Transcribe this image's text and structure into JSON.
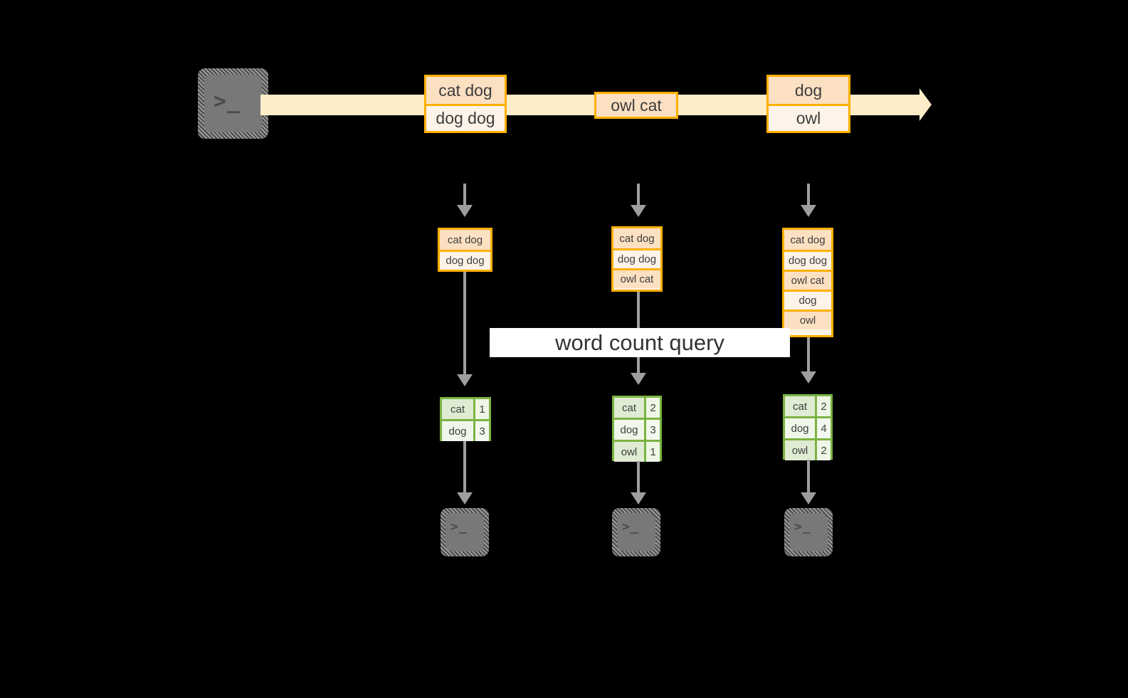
{
  "diagram": {
    "title": "word count query streaming diagram",
    "colors": {
      "background": "#000000",
      "stream_arrow": "#fdecc8",
      "message_border": "#ffb000",
      "message_fill_dark": "#fce0c2",
      "message_fill_light": "#fdf3e8",
      "table_border": "#7cb342",
      "table_fill_dark": "#dfecd3",
      "table_fill_light": "#f1f8ee",
      "connector": "#9e9e9e",
      "terminal_body": "#787878",
      "banner_fill": "#ffffff",
      "text": "#3d3d3d"
    },
    "banner": {
      "label": "word count query"
    },
    "source_terminal": {
      "icon": "terminal-prompt-icon",
      "glyph": ">_"
    },
    "stream": {
      "messages": [
        {
          "lines": [
            "cat dog",
            "dog dog"
          ]
        },
        {
          "lines": [
            "owl cat"
          ]
        },
        {
          "lines": [
            "dog",
            "owl"
          ]
        }
      ]
    },
    "columns": [
      {
        "index": 1,
        "input_icon": "dashed-arrow-down-icon",
        "accumulated": [
          "cat dog",
          "dog dog"
        ],
        "result": {
          "rows": [
            {
              "word": "cat",
              "count": "1"
            },
            {
              "word": "dog",
              "count": "3"
            }
          ]
        },
        "sink_terminal": {
          "icon": "terminal-prompt-icon",
          "glyph": ">_"
        }
      },
      {
        "index": 2,
        "input_icon": "dashed-arrow-down-icon",
        "accumulated": [
          "cat dog",
          "dog dog",
          "owl cat"
        ],
        "result": {
          "rows": [
            {
              "word": "cat",
              "count": "2"
            },
            {
              "word": "dog",
              "count": "3"
            },
            {
              "word": "owl",
              "count": "1"
            }
          ]
        },
        "sink_terminal": {
          "icon": "terminal-prompt-icon",
          "glyph": ">_"
        }
      },
      {
        "index": 3,
        "input_icon": "dashed-arrow-down-icon",
        "accumulated": [
          "cat dog",
          "dog dog",
          "owl cat",
          "dog",
          "owl"
        ],
        "result": {
          "rows": [
            {
              "word": "cat",
              "count": "2"
            },
            {
              "word": "dog",
              "count": "4"
            },
            {
              "word": "owl",
              "count": "2"
            }
          ]
        },
        "sink_terminal": {
          "icon": "terminal-prompt-icon",
          "glyph": ">_"
        }
      }
    ]
  }
}
